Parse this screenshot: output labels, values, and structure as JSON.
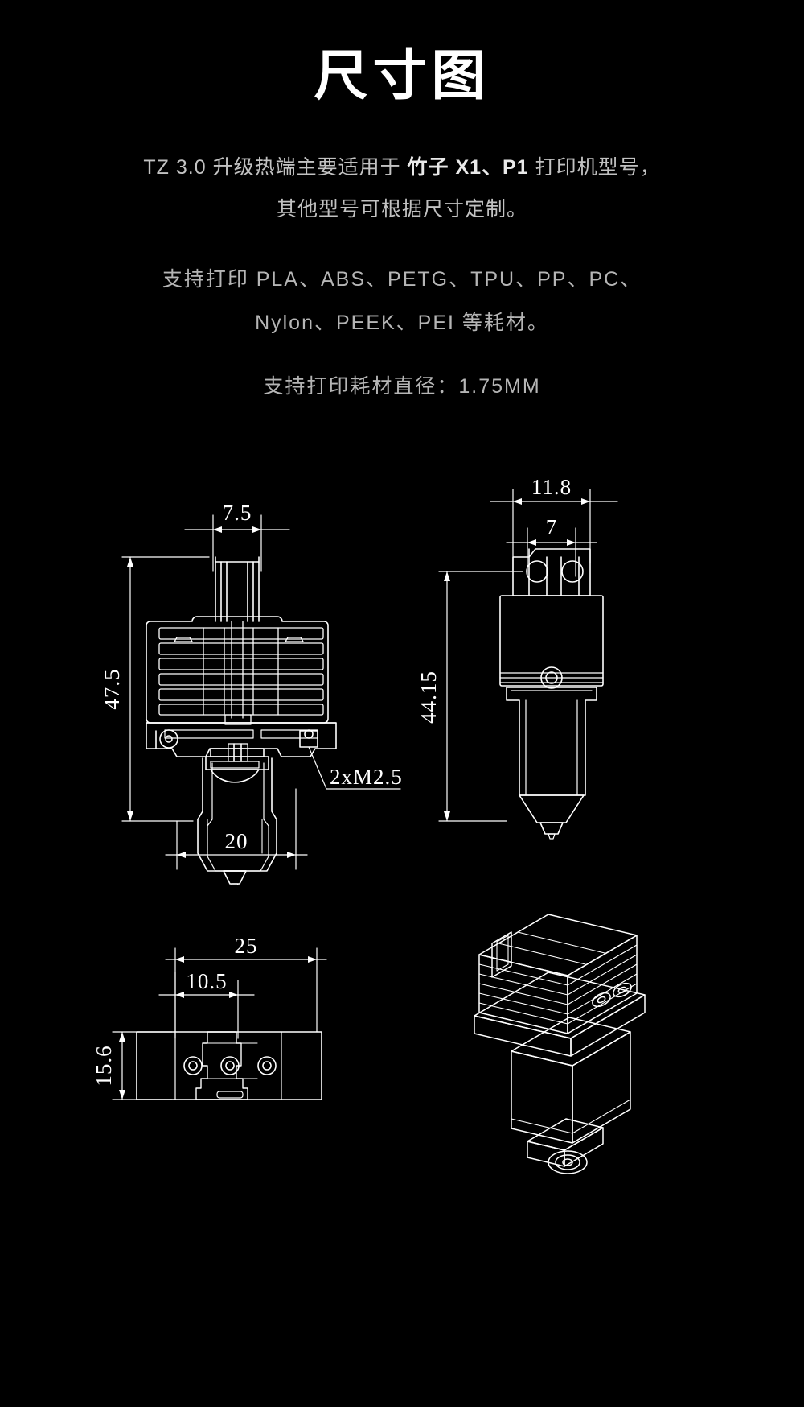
{
  "header": {
    "title": "尺寸图"
  },
  "description": {
    "line1_pre": "TZ 3.0 升级热端主要适用于 ",
    "line1_bold": "竹子 X1、P1",
    "line1_post": " 打印机型号，",
    "line2": "其他型号可根据尺寸定制。",
    "line3": "支持打印 PLA、ABS、PETG、TPU、PP、PC、",
    "line4": "Nylon、PEEK、PEI 等耗材。",
    "line5": "支持打印耗材直径：1.75MM"
  },
  "drawings": {
    "units": "mm",
    "front": {
      "name": "front-view",
      "dims": [
        {
          "id": "top-width",
          "value": "7.5"
        },
        {
          "id": "total-height",
          "value": "47.5"
        },
        {
          "id": "body-width",
          "value": "20"
        },
        {
          "id": "thread-callout",
          "value": "2xM2.5"
        }
      ]
    },
    "side": {
      "name": "side-view",
      "dims": [
        {
          "id": "mount-width",
          "value": "11.8"
        },
        {
          "id": "hole-spacing",
          "value": "7"
        },
        {
          "id": "total-height",
          "value": "44.15"
        }
      ]
    },
    "bottom": {
      "name": "bottom-view",
      "dims": [
        {
          "id": "plate-width",
          "value": "25"
        },
        {
          "id": "offset",
          "value": "10.5"
        },
        {
          "id": "plate-depth",
          "value": "15.6"
        }
      ]
    },
    "isometric": {
      "name": "isometric-view",
      "dims": []
    }
  },
  "colors": {
    "background": "#000000",
    "line": "#ffffff",
    "title": "#ffffff",
    "body_text": "#c2c2c2"
  }
}
